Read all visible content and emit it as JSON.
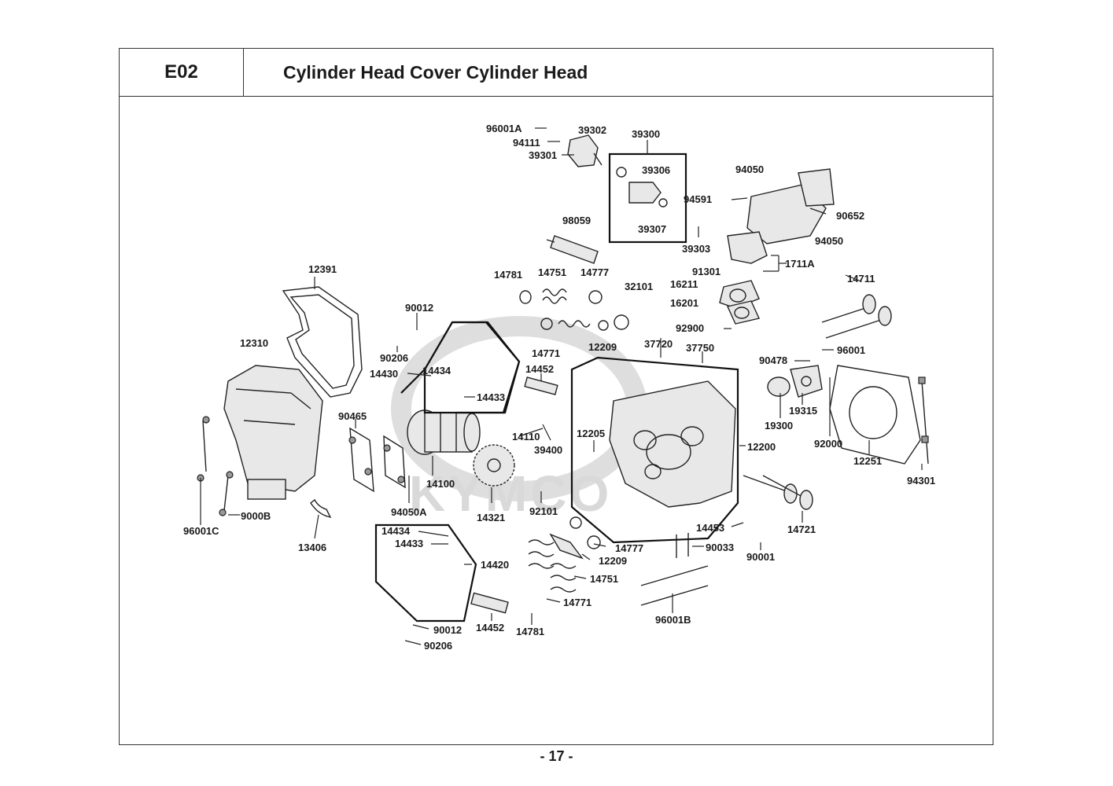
{
  "header": {
    "section_code": "E02",
    "title": "Cylinder Head Cover  Cylinder Head"
  },
  "page_number": "- 17 -",
  "watermark": "KYMCO",
  "parts": [
    "96001A",
    "39302",
    "94111",
    "39301",
    "39300",
    "39306",
    "94050",
    "94591",
    "90652",
    "39307",
    "39303",
    "98059",
    "94050",
    "1711A",
    "91301",
    "16211",
    "16201",
    "14711",
    "14781",
    "14751",
    "14777",
    "32101",
    "12391",
    "90012",
    "92900",
    "14771",
    "12209",
    "37720",
    "37750",
    "96001",
    "90478",
    "90206",
    "14430",
    "14434",
    "14433",
    "14452",
    "12310",
    "19300",
    "19315",
    "92000",
    "12251",
    "90465",
    "14110",
    "39400",
    "12205",
    "12200",
    "94301",
    "14100",
    "94050A",
    "14321",
    "92101",
    "96001C",
    "9000B",
    "13406",
    "14453",
    "90033",
    "90001",
    "14721",
    "14434",
    "14433",
    "14420",
    "14777",
    "12209",
    "14751",
    "14771",
    "14452",
    "14781",
    "90012",
    "90206",
    "96001B"
  ]
}
